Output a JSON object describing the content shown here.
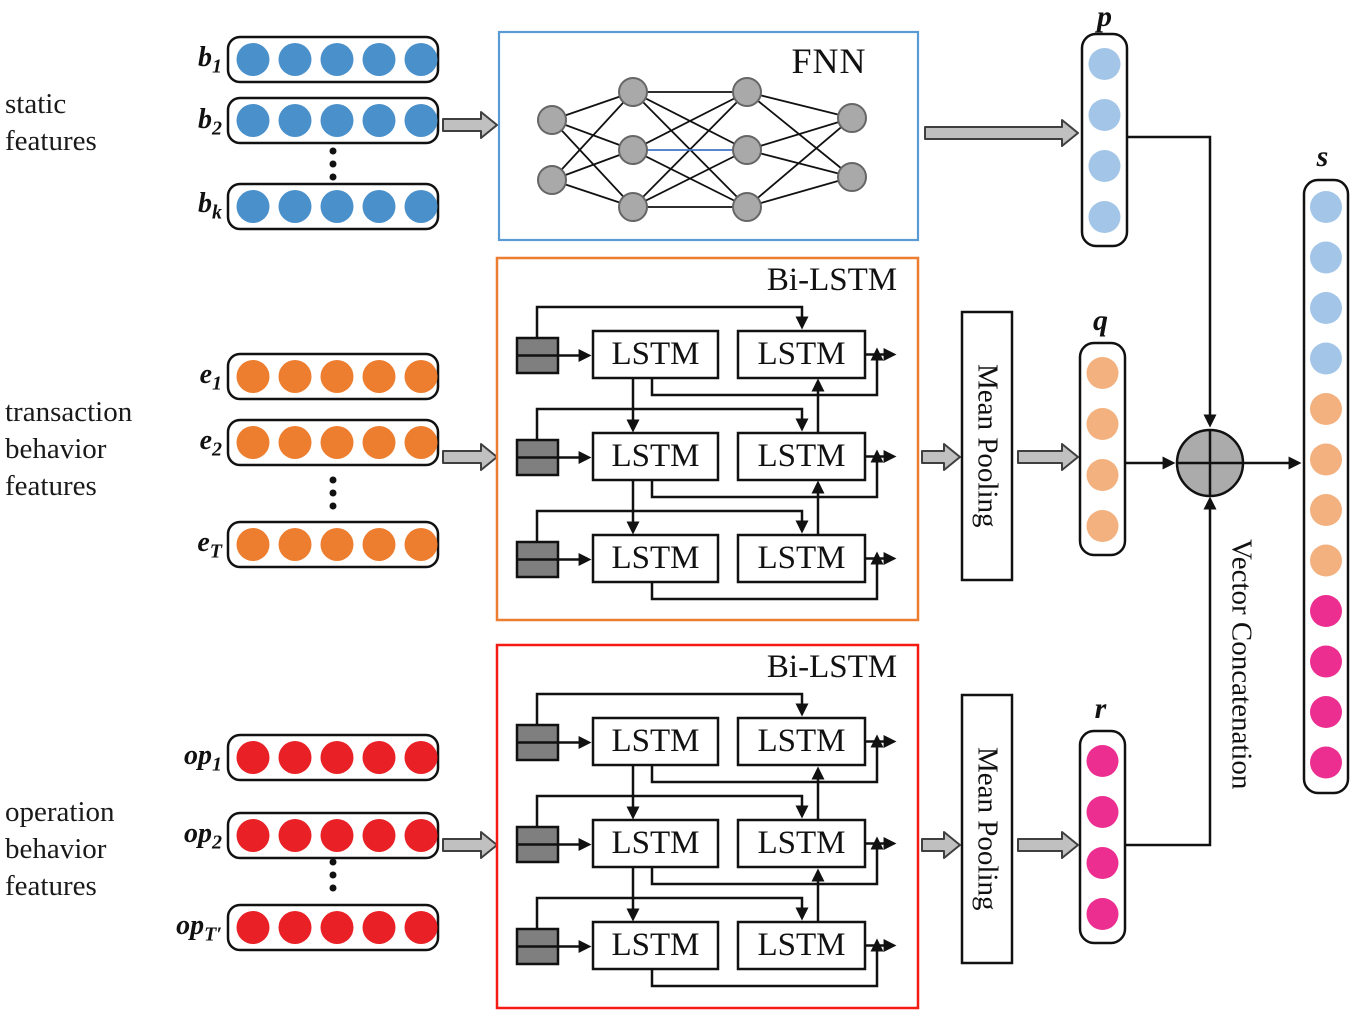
{
  "colors": {
    "blue": "#4a90cb",
    "light_blue": "#a3c6e8",
    "orange": "#ed7d2f",
    "light_orange": "#f3b17f",
    "red": "#e92025",
    "pink": "#ec2e91",
    "fnn_border": "#5b9bd5",
    "bilstm_transaction_border": "#ed7d31",
    "bilstm_operation_border": "#f51a14",
    "node_gray": "#a9a9a9",
    "node_stroke": "#666666",
    "block_arrow_fill": "#c0c0c0",
    "block_arrow_stroke": "#3f3f3f",
    "dark_square": "#7f7f7f",
    "concat_fill": "#ababab",
    "fnn_middle_edge": "#4472c4"
  },
  "captions": {
    "static": [
      "static",
      "features"
    ],
    "transaction": [
      "transaction",
      "behavior",
      "features"
    ],
    "operation": [
      "operation",
      "behavior",
      "features"
    ]
  },
  "vectors": {
    "b1": {
      "base": "b",
      "sub": "1"
    },
    "b2": {
      "base": "b",
      "sub": "2"
    },
    "bk": {
      "base": "b",
      "sub": "k"
    },
    "e1": {
      "base": "e",
      "sub": "1"
    },
    "e2": {
      "base": "e",
      "sub": "2"
    },
    "eT": {
      "base": "e",
      "sub": "T"
    },
    "op1": {
      "base": "op",
      "sub": "1"
    },
    "op2": {
      "base": "op",
      "sub": "2"
    },
    "opT": {
      "base": "op",
      "sub": "T′"
    }
  },
  "blocks": {
    "fnn": "FNN",
    "bilstm": "Bi-LSTM",
    "lstm": "LSTM",
    "mean_pooling": "Mean Pooling",
    "vector_concatenation": "Vector Concatenation"
  },
  "outputs": {
    "p": "p",
    "q": "q",
    "r": "r",
    "s": "s"
  }
}
